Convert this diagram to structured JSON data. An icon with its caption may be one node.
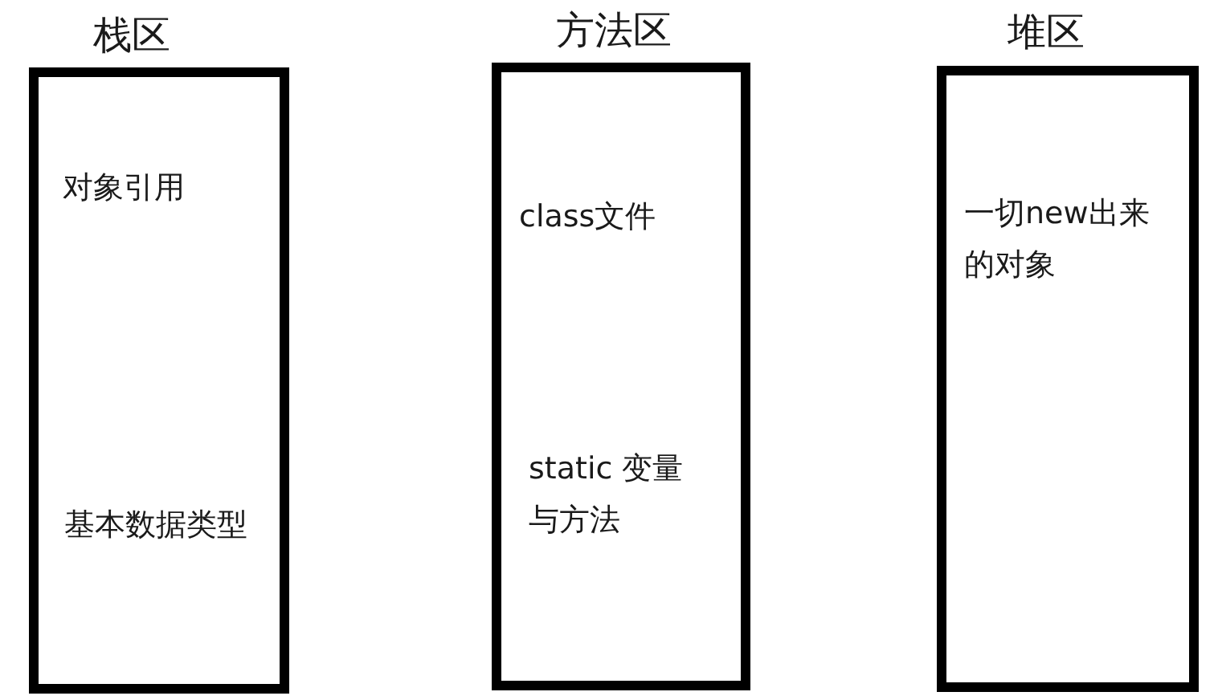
{
  "diagram": {
    "nodes": [
      {
        "text": [
          "栈区",
          "对象引用",
          "基本数据类型"
        ]
      },
      {
        "text": [
          "方法区",
          "class文件",
          "static 变量与方法"
        ]
      },
      {
        "text": [
          "堆区",
          "一切new出来的对象"
        ]
      }
    ]
  }
}
